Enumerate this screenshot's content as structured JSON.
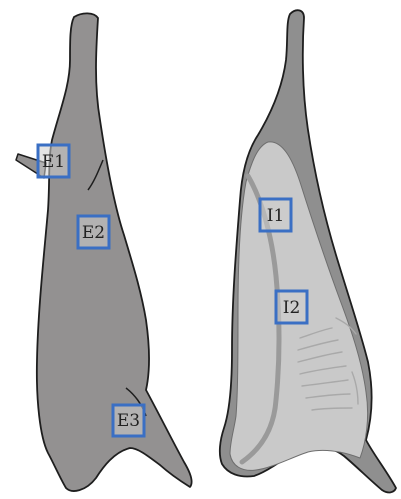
{
  "colors": {
    "exterior_fill": "#939191",
    "interior_rim_fill": "#8f8f8f",
    "interior_face_fill": "#c9c9c9",
    "outline": "#1e1e1e",
    "marker_border": "#3a6fc4"
  },
  "views": {
    "exterior": {
      "markers": [
        {
          "id": "E1",
          "label": "E1"
        },
        {
          "id": "E2",
          "label": "E2"
        },
        {
          "id": "E3",
          "label": "E3"
        }
      ]
    },
    "interior": {
      "markers": [
        {
          "id": "I1",
          "label": "I1"
        },
        {
          "id": "I2",
          "label": "I2"
        }
      ]
    }
  }
}
